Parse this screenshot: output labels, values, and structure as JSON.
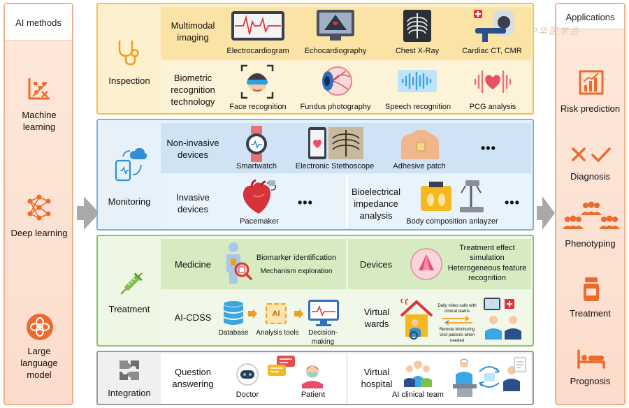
{
  "left_panel": {
    "title": "AI methods",
    "items": [
      {
        "label": "Machine learning",
        "icon": "machine-learning-icon"
      },
      {
        "label": "Deep learning",
        "icon": "neural-network-icon"
      },
      {
        "label": "Large language model",
        "icon": "llm-icon"
      }
    ]
  },
  "right_panel": {
    "title": "Applications",
    "items": [
      {
        "label": "Risk prediction",
        "icon": "bar-chart-icon"
      },
      {
        "label": "Diagnosis",
        "icon": "cross-check-icon"
      },
      {
        "label": "Phenotyping",
        "icon": "people-group-icon"
      },
      {
        "label": "Treatment",
        "icon": "pill-bottle-icon"
      },
      {
        "label": "Prognosis",
        "icon": "hospital-bed-icon"
      }
    ]
  },
  "inspection": {
    "category": "Inspection",
    "row1": {
      "title": "Multimodal imaging",
      "items": [
        "Electrocardiogram",
        "Echocardiography",
        "Chest X-Ray",
        "Cardiac CT, CMR"
      ]
    },
    "row2": {
      "title": "Biometric recognition technology",
      "items": [
        "Face recognition",
        "Fundus photography",
        "Speech recognition",
        "PCG analysis"
      ]
    }
  },
  "monitoring": {
    "category": "Monitoring",
    "row1": {
      "title": "Non-invasive devices",
      "items": [
        "Smartwatch",
        "Electronic Stethoscope",
        "Adhesive patch"
      ],
      "more": "•••"
    },
    "row2": {
      "title": "Invasive devices",
      "items": [
        "Pacemaker"
      ],
      "more": "•••",
      "title2": "Bioelectrical impedance analysis",
      "items2": [
        "Body composition anlayzer"
      ],
      "more2": "•••"
    }
  },
  "treatment": {
    "category": "Treatment",
    "medicine": {
      "title": "Medicine",
      "lines": [
        "Biomarker identification",
        "Mechanism exploration"
      ]
    },
    "devices": {
      "title": "Devices",
      "lines": [
        "Treatment effect simulation",
        "Heterogeneous feature recognition"
      ]
    },
    "cdss": {
      "title": "AI-CDSS",
      "steps": [
        "Database",
        "Analysis tools",
        "Decision-making"
      ],
      "chip": "AI"
    },
    "wards": {
      "title": "Virtual wards",
      "line1": "Daily video calls with clinical teams",
      "line2": "Remote Monitoring Visit patients when needed"
    }
  },
  "integration": {
    "category": "Integration",
    "qa": {
      "title": "Question answering",
      "items": [
        "Doctor",
        "Patient"
      ]
    },
    "hospital": {
      "title": "Virtual hospital",
      "items": [
        "AI clinical team"
      ]
    }
  },
  "watermark": "中华医学会",
  "colors": {
    "orange": "#ee6a2c",
    "side_bg": "#fde4d4",
    "inspection_bg": "#fdf0cf",
    "inspection_border": "#f0c24b",
    "monitoring_bg": "#e6f1fa",
    "monitoring_border": "#7fb3dc",
    "treatment_bg": "#eef6e4",
    "treatment_border": "#8cc26a",
    "integration_bg": "#f0f0f0",
    "integration_border": "#9a9a9a"
  }
}
